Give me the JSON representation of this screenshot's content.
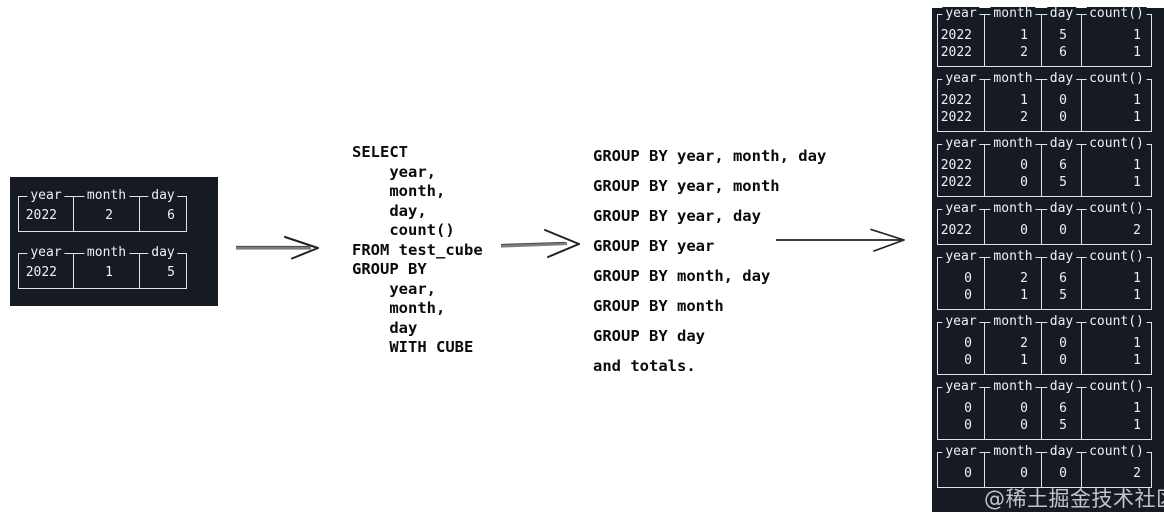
{
  "colors": {
    "panel_bg": "#161b23",
    "table_line": "#dfe3e8",
    "table_text": "#eef1f4",
    "code_text": "#0b0b0b",
    "arrow_shaft": "#7d7d7d",
    "arrow_head": "#222222",
    "watermark_text": "#dde1e6"
  },
  "source_panel": {
    "tables": [
      {
        "columns": [
          "year",
          "month",
          "day"
        ],
        "rows": [
          [
            "2022",
            "2",
            "6"
          ]
        ]
      },
      {
        "columns": [
          "year",
          "month",
          "day"
        ],
        "rows": [
          [
            "2022",
            "1",
            "5"
          ]
        ]
      }
    ]
  },
  "sql": {
    "lines": [
      "SELECT",
      "    year,",
      "    month,",
      "    day,",
      "    count()",
      "FROM test_cube",
      "GROUP BY",
      "    year,",
      "    month,",
      "    day",
      "    WITH CUBE"
    ]
  },
  "groupings": {
    "lines": [
      "GROUP BY year, month, day",
      "GROUP BY year, month",
      "GROUP BY year, day",
      "GROUP BY year",
      "GROUP BY month, day",
      "GROUP BY month",
      "GROUP BY day",
      "and totals."
    ]
  },
  "result_panel": {
    "tables": [
      {
        "columns": [
          "year",
          "month",
          "day",
          "count()"
        ],
        "rows": [
          [
            "2022",
            "1",
            "5",
            "1"
          ],
          [
            "2022",
            "2",
            "6",
            "1"
          ]
        ]
      },
      {
        "columns": [
          "year",
          "month",
          "day",
          "count()"
        ],
        "rows": [
          [
            "2022",
            "1",
            "0",
            "1"
          ],
          [
            "2022",
            "2",
            "0",
            "1"
          ]
        ]
      },
      {
        "columns": [
          "year",
          "month",
          "day",
          "count()"
        ],
        "rows": [
          [
            "2022",
            "0",
            "6",
            "1"
          ],
          [
            "2022",
            "0",
            "5",
            "1"
          ]
        ]
      },
      {
        "columns": [
          "year",
          "month",
          "day",
          "count()"
        ],
        "rows": [
          [
            "2022",
            "0",
            "0",
            "2"
          ]
        ]
      },
      {
        "columns": [
          "year",
          "month",
          "day",
          "count()"
        ],
        "rows": [
          [
            "0",
            "2",
            "6",
            "1"
          ],
          [
            "0",
            "1",
            "5",
            "1"
          ]
        ]
      },
      {
        "columns": [
          "year",
          "month",
          "day",
          "count()"
        ],
        "rows": [
          [
            "0",
            "2",
            "0",
            "1"
          ],
          [
            "0",
            "1",
            "0",
            "1"
          ]
        ]
      },
      {
        "columns": [
          "year",
          "month",
          "day",
          "count()"
        ],
        "rows": [
          [
            "0",
            "0",
            "6",
            "1"
          ],
          [
            "0",
            "0",
            "5",
            "1"
          ]
        ]
      },
      {
        "columns": [
          "year",
          "month",
          "day",
          "count()"
        ],
        "rows": [
          [
            "0",
            "0",
            "0",
            "2"
          ]
        ]
      }
    ]
  },
  "watermark": "@稀土掘金技术社区"
}
